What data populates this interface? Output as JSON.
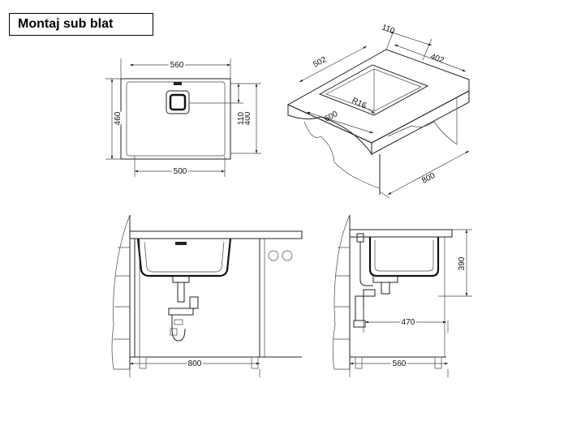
{
  "title": "Montaj sub blat",
  "top_view": {
    "width_outer": "560",
    "width_inner": "500",
    "height_outer": "460",
    "height_inner": "400",
    "drain_offset": "110"
  },
  "iso_view": {
    "dim_top": "110",
    "dim_depth": "402",
    "dim_length": "502",
    "dim_radius": "R16",
    "dim_600": "600",
    "dim_800": "800"
  },
  "front_view": {
    "cabinet_width": "800"
  },
  "side_view": {
    "sink_depth": "390",
    "drain_distance": "470",
    "cabinet_depth": "560"
  }
}
